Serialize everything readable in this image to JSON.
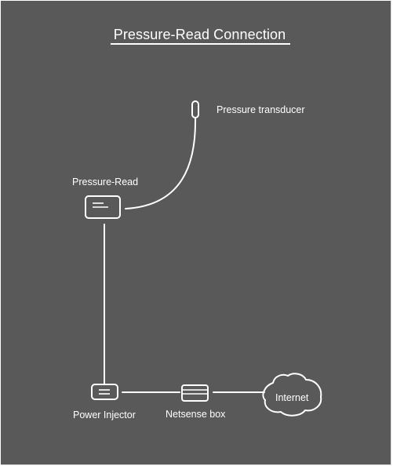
{
  "title": "Pressure-Read Connection",
  "colors": {
    "background": "#595959",
    "line": "#ffffff"
  },
  "nodes": {
    "pressure_transducer": {
      "label": "Pressure transducer",
      "icon": "sensor-probe-icon"
    },
    "pressure_read": {
      "label": "Pressure-Read",
      "icon": "device-card-icon"
    },
    "power_injector": {
      "label": "Power Injector",
      "icon": "power-injector-icon"
    },
    "netsense_box": {
      "label": "Netsense box",
      "icon": "network-box-icon"
    },
    "internet": {
      "label": "Internet",
      "icon": "cloud-icon"
    }
  },
  "connections": [
    [
      "pressure_transducer",
      "pressure_read"
    ],
    [
      "pressure_read",
      "power_injector"
    ],
    [
      "power_injector",
      "netsense_box"
    ],
    [
      "netsense_box",
      "internet"
    ]
  ]
}
